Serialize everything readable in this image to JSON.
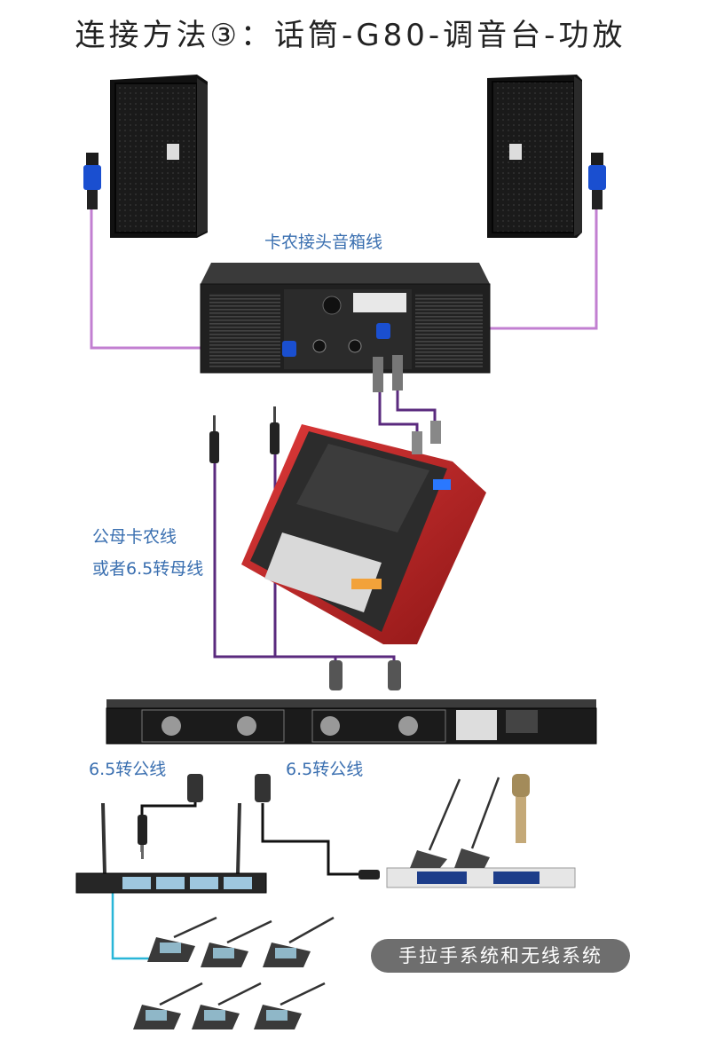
{
  "title": "连接方法③：话筒-G80-调音台-功放",
  "labels": {
    "speaker_cable": "卡农接头音箱线",
    "mixer_cable_line1": "公母卡农线",
    "mixer_cable_line2": "或者6.5转母线",
    "left_cable": "6.5转公线",
    "right_cable": "6.5转公线",
    "systems_pill": "手拉手系统和无线系统"
  },
  "colors": {
    "title_text": "#222222",
    "label_blue": "#3a6fb0",
    "speaker_cable": "#c27fd1",
    "mixer_cable": "#5a2a7e",
    "mic_cable": "#111111",
    "receiver_cable": "#29b6d8",
    "pill_bg": "#6e6e6e",
    "mixer_red": "#c62828"
  }
}
